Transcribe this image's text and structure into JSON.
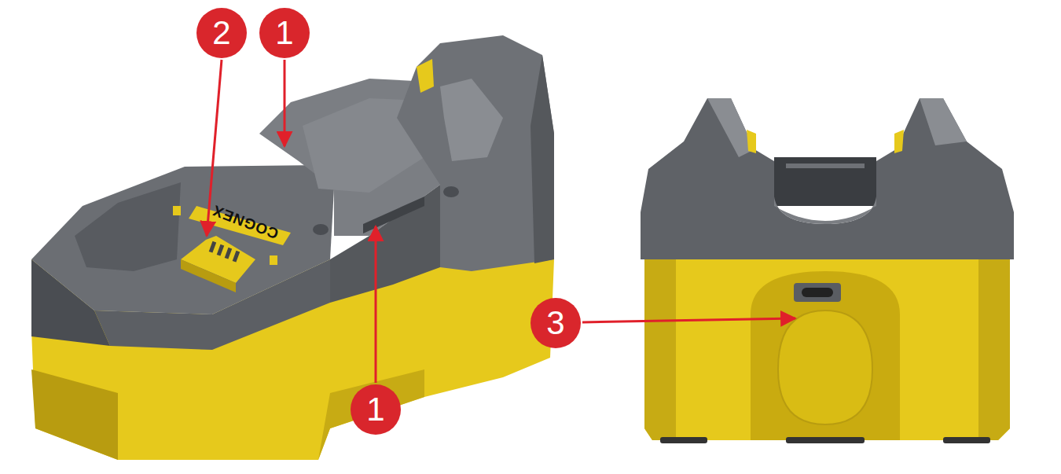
{
  "diagram": {
    "labels": [
      "2",
      "1",
      "1",
      "3",
      "COGNEX"
    ]
  }
}
